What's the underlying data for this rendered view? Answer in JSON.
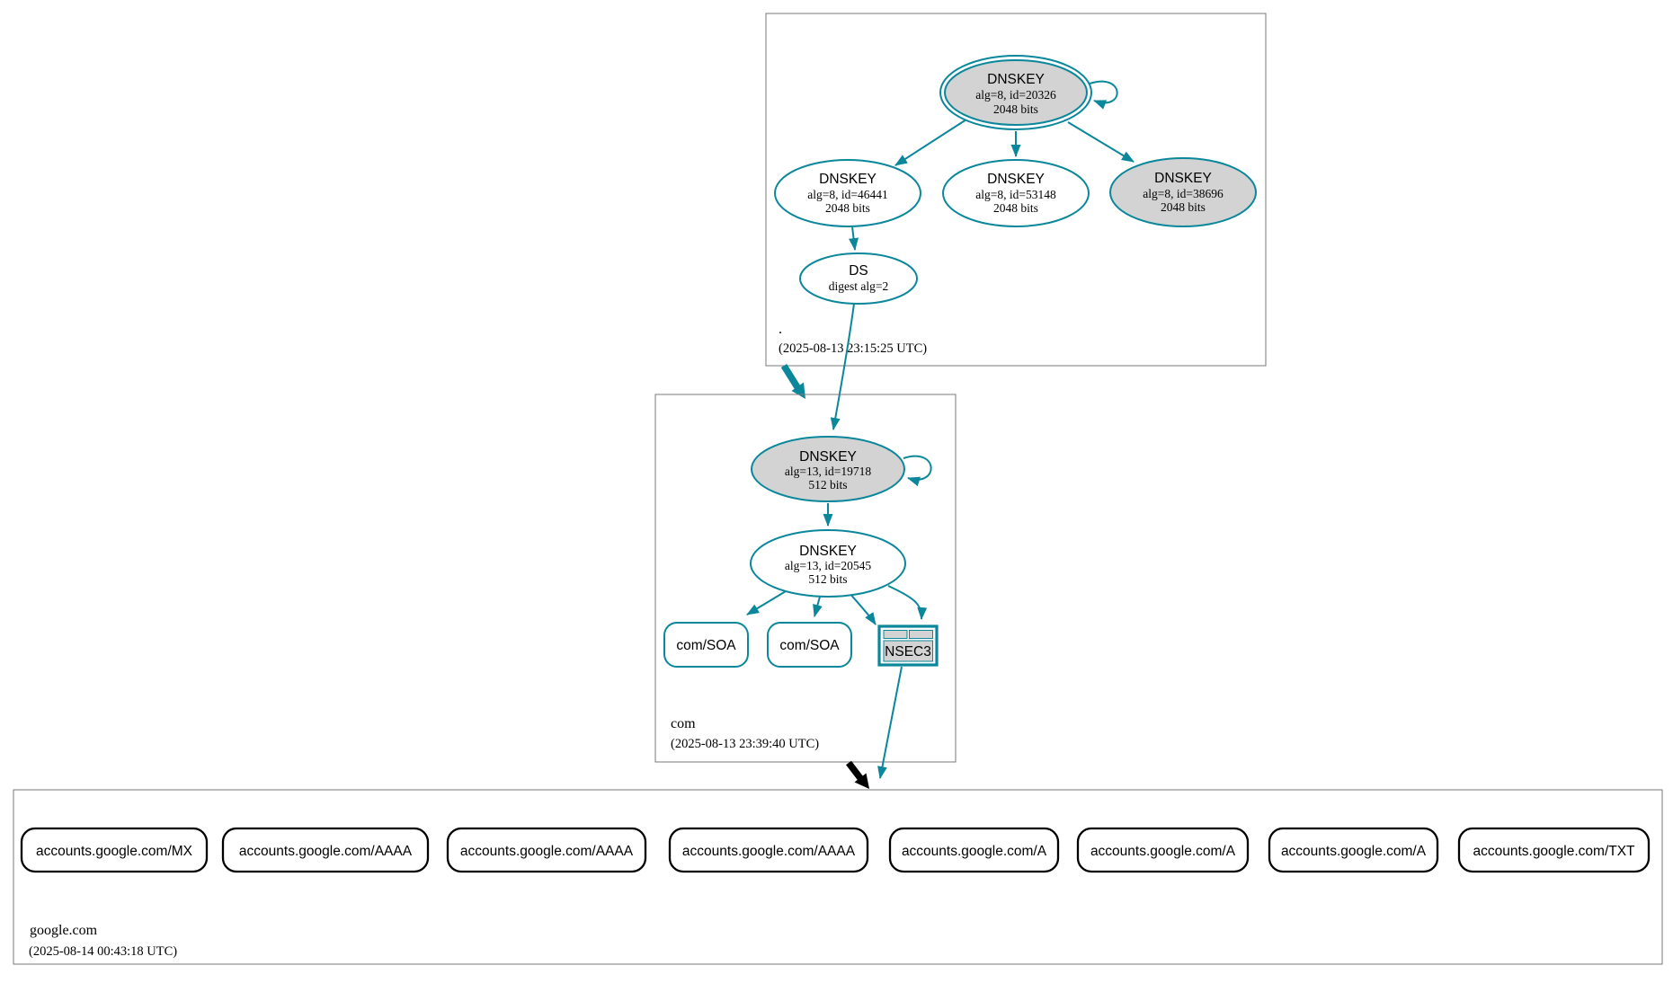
{
  "colors": {
    "secure_teal": "#0a879a",
    "insecure_black": "#000000",
    "key_fill_gray": "#d3d3d3",
    "node_fill_white": "#ffffff",
    "zone_box_border_gray": "#787878"
  },
  "zones": {
    "root": {
      "name": ".",
      "timestamp": "(2025-08-13 23:15:25 UTC)",
      "ksk": {
        "type": "DNSKEY",
        "alg": "alg=8, id=20326",
        "bits": "2048 bits"
      },
      "zsk_46441": {
        "type": "DNSKEY",
        "alg": "alg=8, id=46441",
        "bits": "2048 bits"
      },
      "zsk_53148": {
        "type": "DNSKEY",
        "alg": "alg=8, id=53148",
        "bits": "2048 bits"
      },
      "ksk_38696": {
        "type": "DNSKEY",
        "alg": "alg=8, id=38696",
        "bits": "2048 bits"
      },
      "ds": {
        "type": "DS",
        "digest": "digest alg=2"
      }
    },
    "com": {
      "name": "com",
      "timestamp": "(2025-08-13 23:39:40 UTC)",
      "ksk": {
        "type": "DNSKEY",
        "alg": "alg=13, id=19718",
        "bits": "512 bits"
      },
      "zsk": {
        "type": "DNSKEY",
        "alg": "alg=13, id=20545",
        "bits": "512 bits"
      },
      "soa1": {
        "label": "com/SOA"
      },
      "soa2": {
        "label": "com/SOA"
      },
      "nsec3": {
        "label": "NSEC3"
      }
    },
    "google": {
      "name": "google.com",
      "timestamp": "(2025-08-14 00:43:18 UTC)",
      "rrsets": [
        {
          "label": "accounts.google.com/MX"
        },
        {
          "label": "accounts.google.com/AAAA"
        },
        {
          "label": "accounts.google.com/AAAA"
        },
        {
          "label": "accounts.google.com/AAAA"
        },
        {
          "label": "accounts.google.com/A"
        },
        {
          "label": "accounts.google.com/A"
        },
        {
          "label": "accounts.google.com/A"
        },
        {
          "label": "accounts.google.com/TXT"
        }
      ]
    }
  }
}
